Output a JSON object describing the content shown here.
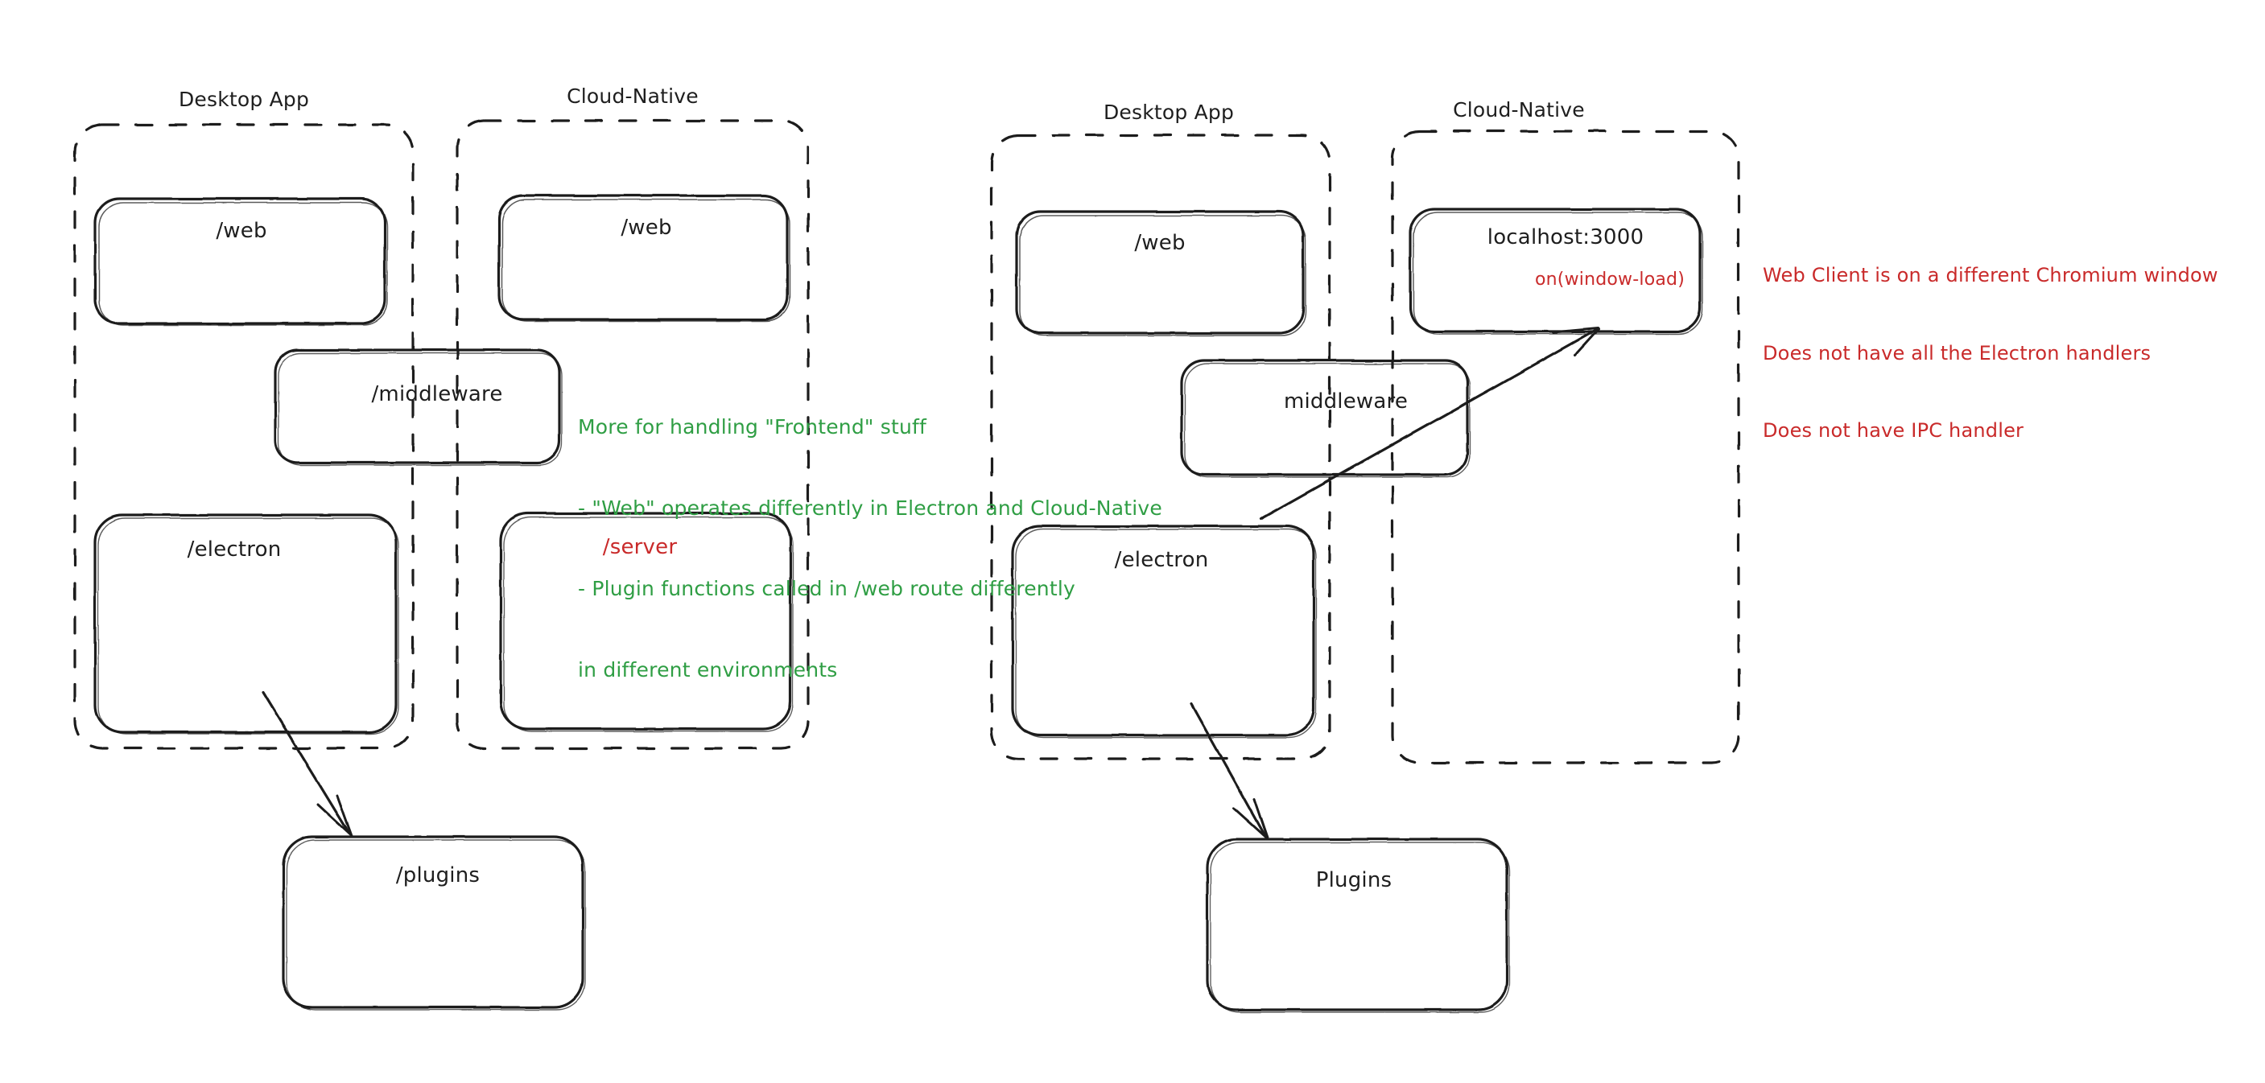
{
  "meta": {
    "diagram_style": "hand-drawn sketch (excalidraw-like)",
    "background_color": "#ffffff",
    "ink_color": "#1e1e1e",
    "green_color": "#2f9e44",
    "red_color": "#c92a2a"
  },
  "left_diagram": {
    "groups": [
      {
        "id": "left-desktop-app",
        "title": "Desktop App"
      },
      {
        "id": "left-cloud-native",
        "title": "Cloud-Native"
      }
    ],
    "nodes": [
      {
        "id": "left-desktop-web",
        "label": "/web",
        "color": "ink"
      },
      {
        "id": "left-cloud-web",
        "label": "/web",
        "color": "ink"
      },
      {
        "id": "left-middleware",
        "label": "/middleware",
        "color": "ink"
      },
      {
        "id": "left-electron",
        "label": "/electron",
        "color": "ink"
      },
      {
        "id": "left-server",
        "label": "/server",
        "color": "red"
      },
      {
        "id": "left-plugins",
        "label": "/plugins",
        "color": "ink"
      }
    ],
    "edges": [
      {
        "id": "left-electron-to-plugins",
        "from": "left-electron",
        "to": "left-plugins",
        "style": "arrow"
      }
    ]
  },
  "right_diagram": {
    "groups": [
      {
        "id": "right-desktop-app",
        "title": "Desktop App"
      },
      {
        "id": "right-cloud-native",
        "title": "Cloud-Native"
      }
    ],
    "nodes": [
      {
        "id": "right-desktop-web",
        "label": "/web",
        "color": "ink"
      },
      {
        "id": "right-localhost",
        "label": "localhost:3000",
        "sublabel": "on(window-load)",
        "color": "ink",
        "sublabel_color": "red"
      },
      {
        "id": "right-middleware",
        "label": "middleware",
        "color": "ink"
      },
      {
        "id": "right-electron",
        "label": "/electron",
        "color": "ink"
      },
      {
        "id": "right-plugins",
        "label": "Plugins",
        "color": "ink"
      }
    ],
    "edges": [
      {
        "id": "right-electron-to-localhost",
        "from": "right-electron",
        "to": "right-localhost",
        "style": "arrow"
      },
      {
        "id": "right-electron-to-plugins",
        "from": "right-electron",
        "to": "right-plugins",
        "style": "arrow"
      }
    ]
  },
  "annotations": {
    "green_note": {
      "color": "#2f9e44",
      "lines": [
        "More for handling \"Frontend\" stuff",
        "- \"Web\" operates differently in Electron and Cloud-Native",
        "- Plugin functions called in /web route differently",
        "in different environments"
      ]
    },
    "red_note": {
      "color": "#c92a2a",
      "lines": [
        "Web Client is on a different Chromium window",
        "Does not have all the Electron handlers",
        "Does not have IPC handler"
      ]
    }
  }
}
